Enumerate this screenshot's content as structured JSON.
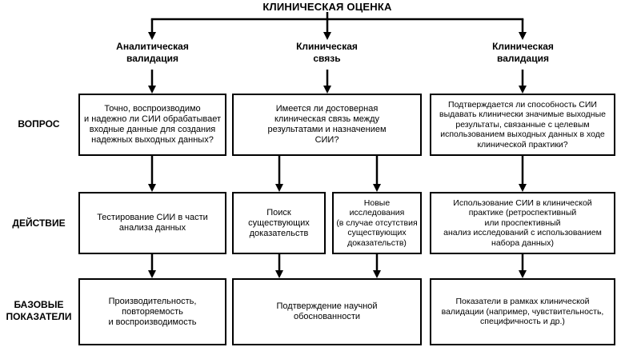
{
  "diagram": {
    "title": "КЛИНИЧЕСКАЯ ОЦЕНКА",
    "row_labels": {
      "question": "ВОПРОС",
      "action": "ДЕЙСТВИЕ",
      "base_metrics": "БАЗОВЫЕ\nПОКАЗАТЕЛИ"
    },
    "columns": [
      {
        "header": "Аналитическая\nвалидация",
        "question": "Точно, воспроизводимо\nи надежно ли СИИ обрабатывает\nвходные данные для создания\nнадежных выходных данных?",
        "actions": [
          "Тестирование СИИ в части\nанализа данных"
        ],
        "base_metric": "Производительность,\nповторяемость\nи воспроизводимость"
      },
      {
        "header": "Клиническая\nсвязь",
        "question": "Имеется ли достоверная\nклиническая связь между\nрезультатами и назначением\nСИИ?",
        "actions": [
          "Поиск\nсуществующих\nдоказательств",
          "Новые\nисследования\n(в случае отсутствия\nсуществующих\nдоказательств)"
        ],
        "base_metric": "Подтверждение научной\nобоснованности"
      },
      {
        "header": "Клиническая\nвалидация",
        "question": "Подтверждается ли способность СИИ\nвыдавать клинически значимые выходные\nрезультаты, связанные с целевым\nиспользованием выходных данных в ходе\nклинической практики?",
        "actions": [
          "Использование СИИ в клинической\nпрактике (ретроспективный\nили проспективный\nанализ исследований с использованием\nнабора данных)"
        ],
        "base_metric": "Показатели в рамках клинической\nвалидации (например, чувствительность,\nспецифичность и др.)"
      }
    ]
  }
}
